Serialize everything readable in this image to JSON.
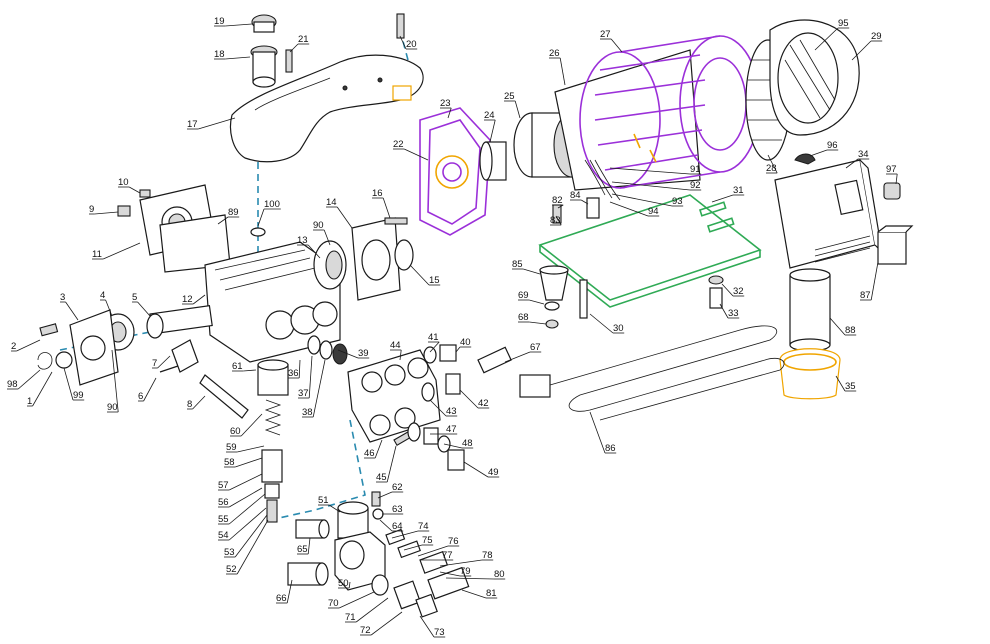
{
  "diagram": {
    "callouts": [
      {
        "label": "19"
      },
      {
        "label": "18"
      },
      {
        "label": "21"
      },
      {
        "label": "20"
      },
      {
        "label": "17"
      },
      {
        "label": "23"
      },
      {
        "label": "22"
      },
      {
        "label": "24"
      },
      {
        "label": "25"
      },
      {
        "label": "26"
      },
      {
        "label": "27"
      },
      {
        "label": "95"
      },
      {
        "label": "29"
      },
      {
        "label": "28"
      },
      {
        "label": "96"
      },
      {
        "label": "34"
      },
      {
        "label": "97"
      },
      {
        "label": "91"
      },
      {
        "label": "92"
      },
      {
        "label": "93"
      },
      {
        "label": "94"
      },
      {
        "label": "84"
      },
      {
        "label": "82"
      },
      {
        "label": "83"
      },
      {
        "label": "31"
      },
      {
        "label": "85"
      },
      {
        "label": "69"
      },
      {
        "label": "68"
      },
      {
        "label": "30"
      },
      {
        "label": "32"
      },
      {
        "label": "33"
      },
      {
        "label": "87"
      },
      {
        "label": "88"
      },
      {
        "label": "35"
      },
      {
        "label": "86"
      },
      {
        "label": "10"
      },
      {
        "label": "9"
      },
      {
        "label": "11"
      },
      {
        "label": "89"
      },
      {
        "label": "100"
      },
      {
        "label": "16"
      },
      {
        "label": "14"
      },
      {
        "label": "90"
      },
      {
        "label": "13"
      },
      {
        "label": "15"
      },
      {
        "label": "12"
      },
      {
        "label": "3"
      },
      {
        "label": "4"
      },
      {
        "label": "5"
      },
      {
        "label": "2"
      },
      {
        "label": "98"
      },
      {
        "label": "1"
      },
      {
        "label": "99"
      },
      {
        "label": "90"
      },
      {
        "label": "7"
      },
      {
        "label": "6"
      },
      {
        "label": "8"
      },
      {
        "label": "61"
      },
      {
        "label": "36"
      },
      {
        "label": "37"
      },
      {
        "label": "38"
      },
      {
        "label": "39"
      },
      {
        "label": "44"
      },
      {
        "label": "41"
      },
      {
        "label": "40"
      },
      {
        "label": "67"
      },
      {
        "label": "42"
      },
      {
        "label": "43"
      },
      {
        "label": "47"
      },
      {
        "label": "48"
      },
      {
        "label": "46"
      },
      {
        "label": "45"
      },
      {
        "label": "49"
      },
      {
        "label": "60"
      },
      {
        "label": "59"
      },
      {
        "label": "58"
      },
      {
        "label": "57"
      },
      {
        "label": "56"
      },
      {
        "label": "55"
      },
      {
        "label": "54"
      },
      {
        "label": "53"
      },
      {
        "label": "52"
      },
      {
        "label": "62"
      },
      {
        "label": "51"
      },
      {
        "label": "63"
      },
      {
        "label": "64"
      },
      {
        "label": "74"
      },
      {
        "label": "75"
      },
      {
        "label": "65"
      },
      {
        "label": "76"
      },
      {
        "label": "77"
      },
      {
        "label": "78"
      },
      {
        "label": "79"
      },
      {
        "label": "80"
      },
      {
        "label": "50"
      },
      {
        "label": "66"
      },
      {
        "label": "81"
      },
      {
        "label": "70"
      },
      {
        "label": "71"
      },
      {
        "label": "72"
      },
      {
        "label": "73"
      }
    ],
    "colors": {
      "line": "#1a1a1a",
      "highlight_purple": "#9b30d9",
      "highlight_orange": "#f0a500",
      "pcb_green": "#2faa55",
      "axis_blue": "#2a8bb0"
    }
  }
}
